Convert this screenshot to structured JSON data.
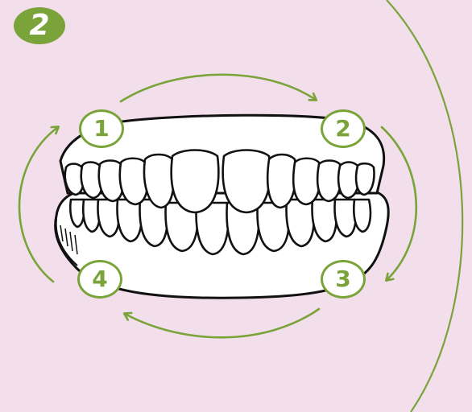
{
  "step": {
    "number": "2"
  },
  "markers": [
    {
      "label": "1"
    },
    {
      "label": "2"
    },
    {
      "label": "3"
    },
    {
      "label": "4"
    }
  ],
  "colors": {
    "background": "#f2dfeb",
    "accent": "#7aa33a",
    "outline": "#111111",
    "fill": "#ffffff"
  }
}
